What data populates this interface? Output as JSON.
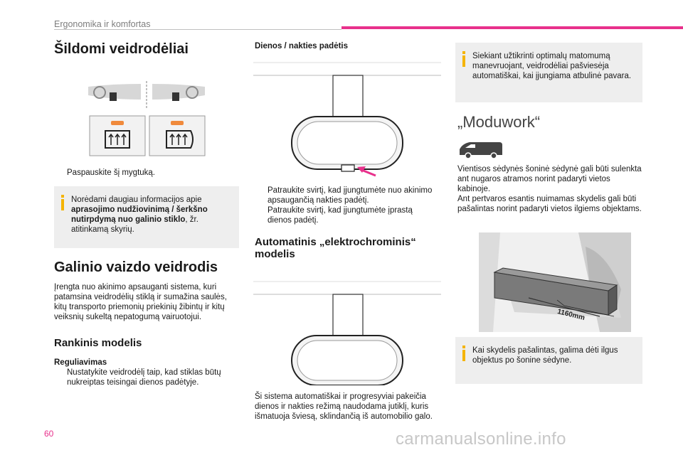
{
  "header": {
    "section_label": "Ergonomika ir komfortas"
  },
  "page_number": "60",
  "watermark": "carmanualsonline.info",
  "heated_mirrors": {
    "title": "Šildomi veidrodėliai",
    "instruction": "Paspauskite šį mygtuką.",
    "info_prefix": "Norėdami daugiau informacijos apie ",
    "info_bold": "aprasojimo nudžiovinimą / šerkšno nutirpdymą nuo galinio stiklo",
    "info_suffix": ", žr. atitinkamą skyrių."
  },
  "rear_view_mirror": {
    "title": "Galinio vaizdo veidrodis",
    "description": "Įrengta nuo akinimo apsauganti sistema, kuri patamsina veidrodėlių stiklą ir sumažina saulės, kitų transporto priemonių priekinių žibintų ir kitų veiksnių sukeltą nepatogumą vairuotojui.",
    "manual_title": "Rankinis modelis",
    "adjust_label": "Reguliavimas",
    "adjust_text": "Nustatykite veidrodėlį taip, kad stiklas būtų nukreiptas teisingai dienos padėtyje."
  },
  "day_night": {
    "title": "Dienos / nakties padėtis",
    "bullet1": "Patraukite svirtį, kad įjungtumėte nuo akinimo apsaugančią nakties padėtį.",
    "bullet2": "Patraukite svirtį, kad įjungtumėte įprastą dienos padėtį."
  },
  "electrochromic": {
    "title": "Automatinis „elektrochrominis“ modelis",
    "text": "Ši sistema automatiškai ir progresyviai pakeičia dienos ir nakties režimą naudodama jutiklį, kuris išmatuoja šviesą, sklindančią iš automobilio galo."
  },
  "reverse_info": "Siekiant užtikrinti optimalų matomumą manevruojant, veidrodėliai pašviesėja automatiškai, kai įjungiama atbulinė pavara.",
  "moduwork": {
    "title": "„Moduwork“",
    "text1": "Vientisos sėdynės šoninė sėdynė gali būti sulenkta ant nugaros atramos norint padaryti vietos kabinoje.",
    "text2": "Ant pertvaros esantis nuimamas skydelis gali būti pašalintas norint padaryti vietos ilgiems objektams.",
    "dimension": "1160mm",
    "info": "Kai skydelis pašalintas, galima dėti ilgus objektus po šonine sėdyne."
  },
  "bullet_mark": "",
  "colors": {
    "accent": "#e8318c",
    "info_icon": "#f5b400",
    "button_led": "#f08a3c",
    "arrow": "#e8318c"
  }
}
